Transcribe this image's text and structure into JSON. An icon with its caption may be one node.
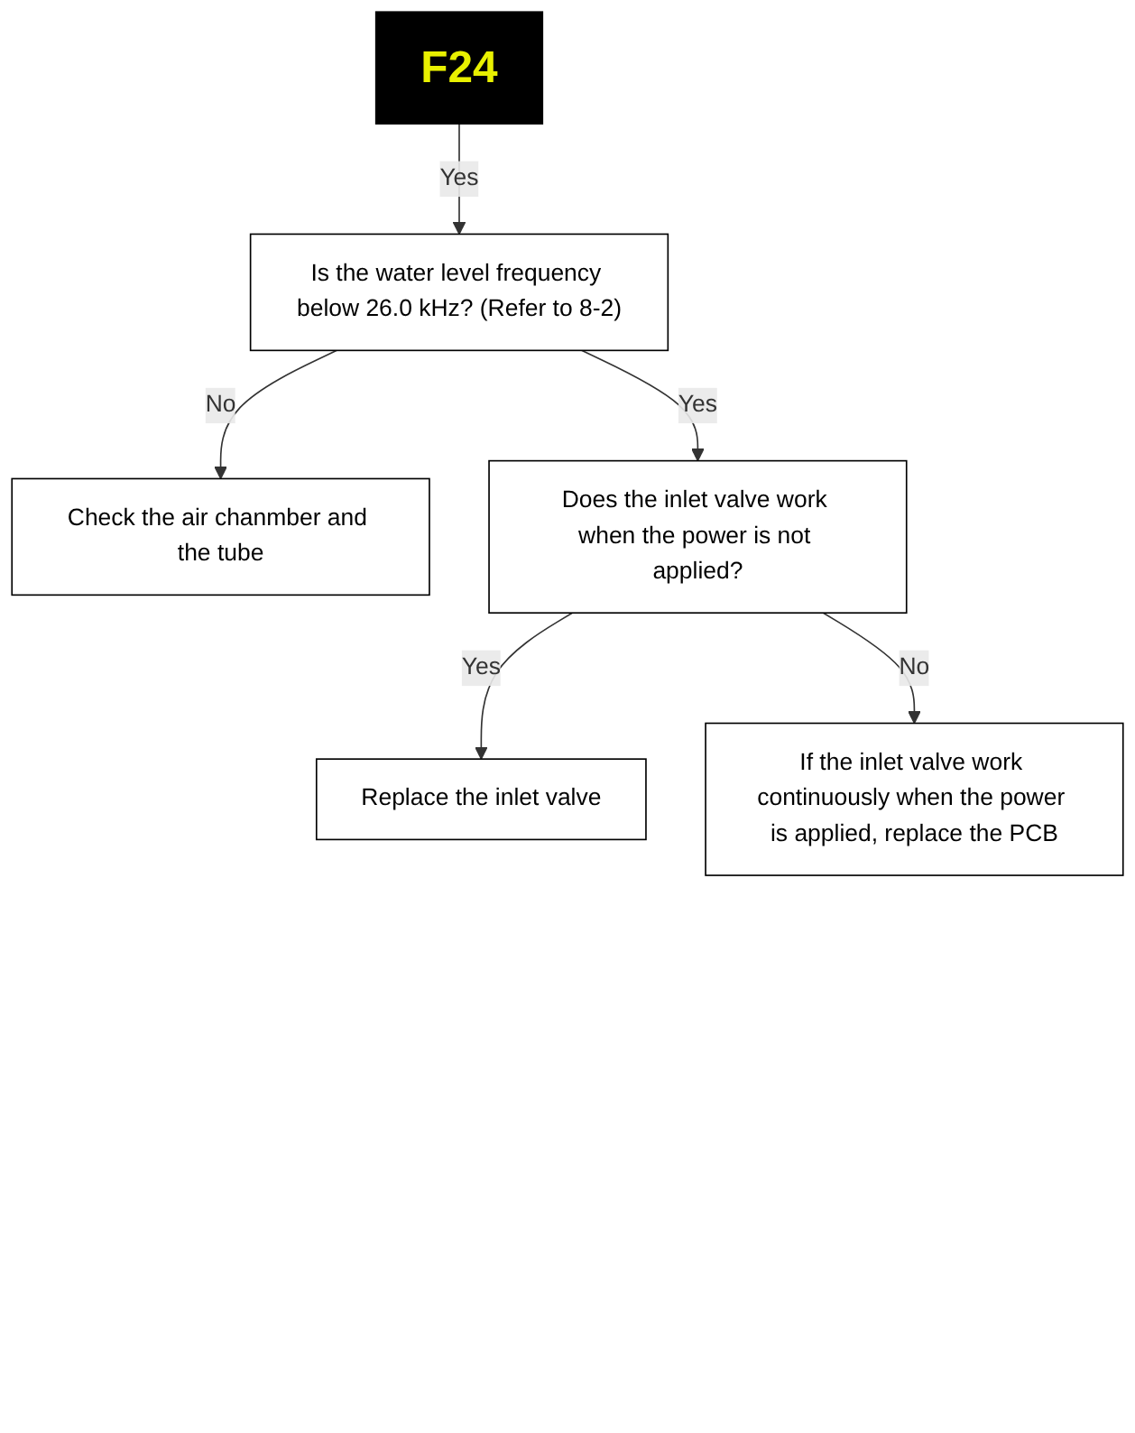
{
  "diagram": {
    "nodes": [
      {
        "text": [
          "F24"
        ]
      },
      {
        "text": [
          "Is the water level frequency below 26.0 kHz? (Refer to 8-2)"
        ]
      },
      {
        "text": [
          "Check the air chanmber and the tube"
        ]
      },
      {
        "text": [
          "Does the inlet valve work when the power is not applied?"
        ]
      },
      {
        "text": [
          "Replace the inlet valve"
        ]
      },
      {
        "text": [
          "If the inlet valve work continuously when the power is applied, replace the PCB"
        ]
      }
    ],
    "edges": [
      {
        "from": 0,
        "to": 1,
        "arrow": "to",
        "label": "Yes"
      },
      {
        "from": 1,
        "to": 2,
        "arrow": "to",
        "label": "No"
      },
      {
        "from": 1,
        "to": 3,
        "arrow": "to",
        "label": "Yes"
      },
      {
        "from": 3,
        "to": 4,
        "arrow": "to",
        "label": "Yes"
      },
      {
        "from": 3,
        "to": 5,
        "arrow": "to",
        "label": "No"
      }
    ]
  }
}
